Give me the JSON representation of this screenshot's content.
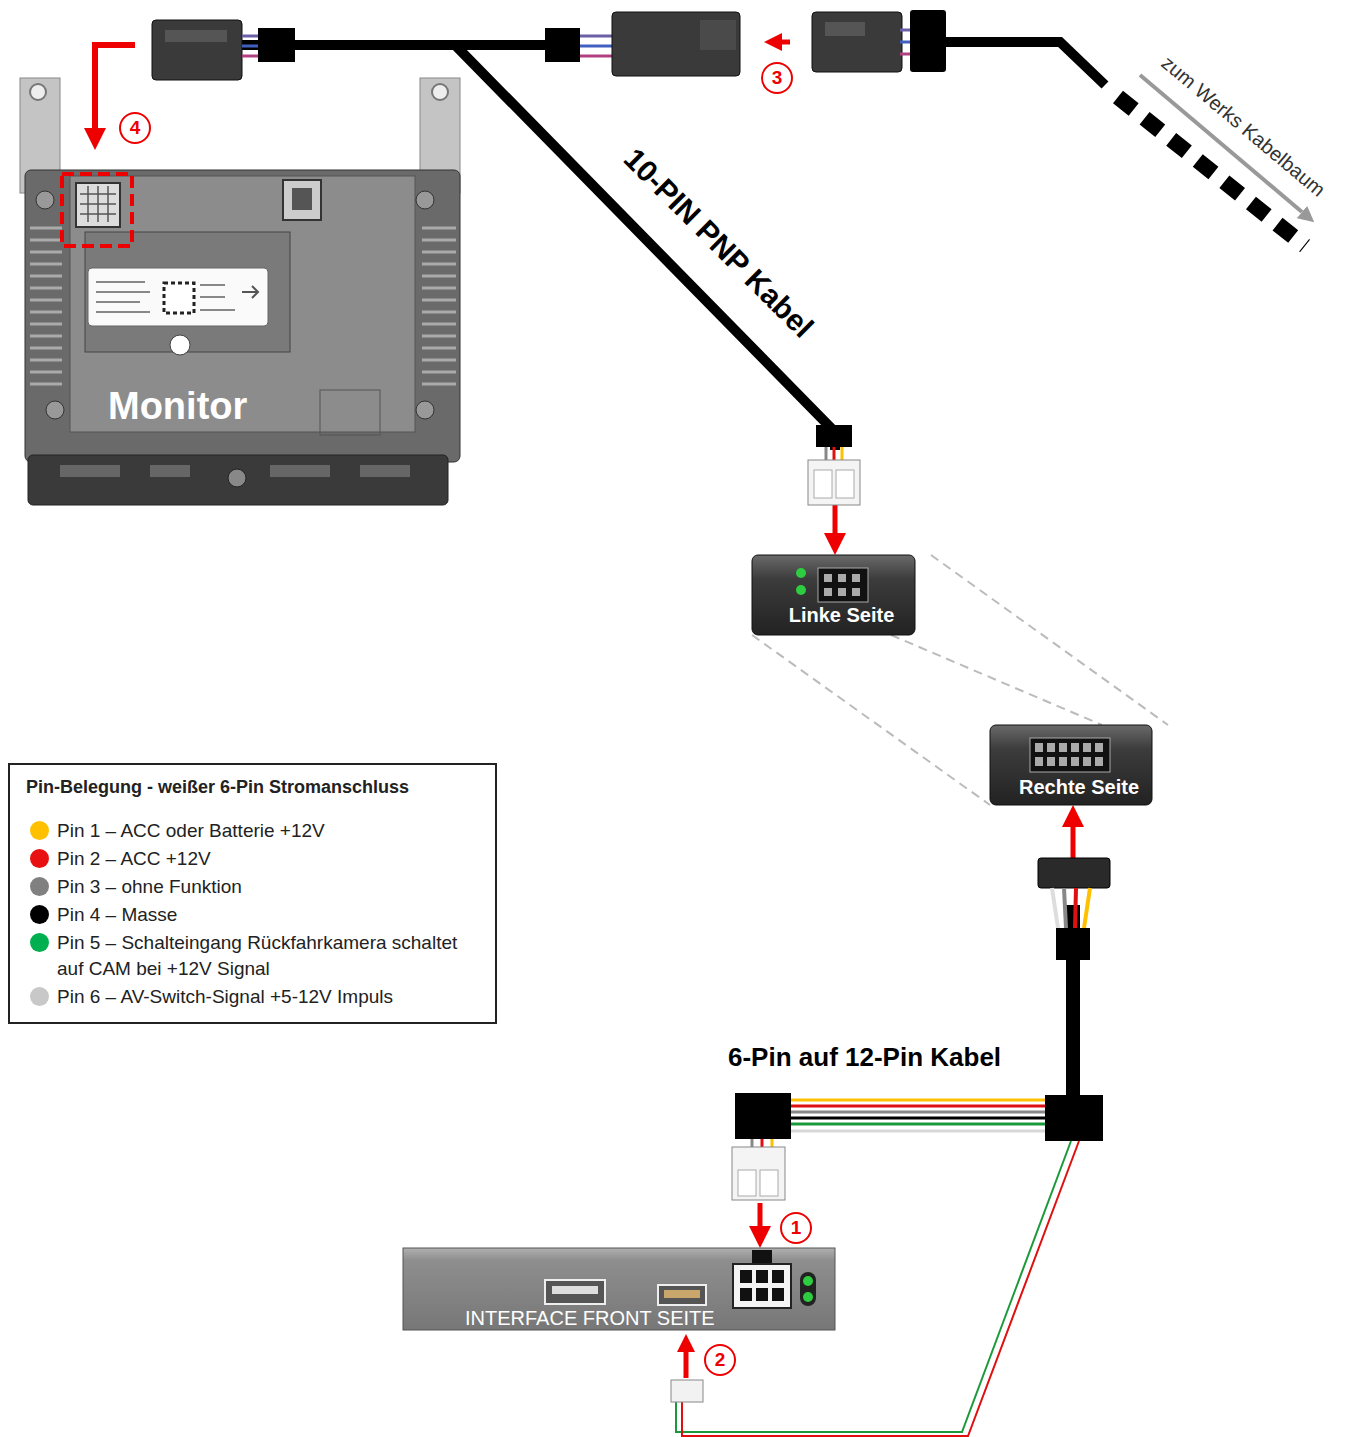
{
  "diagram": {
    "nodes": [
      {
        "text": [
          "Monitor"
        ]
      },
      {
        "text": [
          "Linke Seite"
        ]
      },
      {
        "text": [
          "Rechte Seite"
        ]
      },
      {
        "text": [
          "INTERFACE FRONT SEITE"
        ]
      }
    ],
    "edges": [
      {
        "from": 0,
        "to": 1,
        "label": "10-PIN PNP Kabel",
        "arrow": "both"
      },
      {
        "from": 3,
        "to": 2,
        "label": "6-Pin auf 12-Pin Kabel",
        "arrow": "both"
      },
      {
        "from": 1,
        "to": 2,
        "arrow": "none"
      }
    ],
    "labels": [
      "4",
      "3",
      "zum Werks Kabelbaum",
      "1",
      "2",
      "Pin-Belegung - weißer 6-Pin Stromanschluss"
    ],
    "legend": [
      {
        "text": "Pin 1 – ACC oder Batterie +12V",
        "color": "#ffc000"
      },
      {
        "text": "Pin 2 – ACC +12V",
        "color": "#e81010"
      },
      {
        "text": "Pin 3 – ohne Funktion",
        "color": "#808080"
      },
      {
        "text": "Pin 4 – Masse",
        "color": "#000000"
      },
      {
        "text": "Pin 5 – Schalteingang Rückfahrkamera schaltet auf CAM bei +12V Signal",
        "color": "#00b050"
      },
      {
        "text": "Pin 6 – AV-Switch-Signal +5-12V Impuls",
        "color": "#c8c8c8"
      }
    ]
  }
}
